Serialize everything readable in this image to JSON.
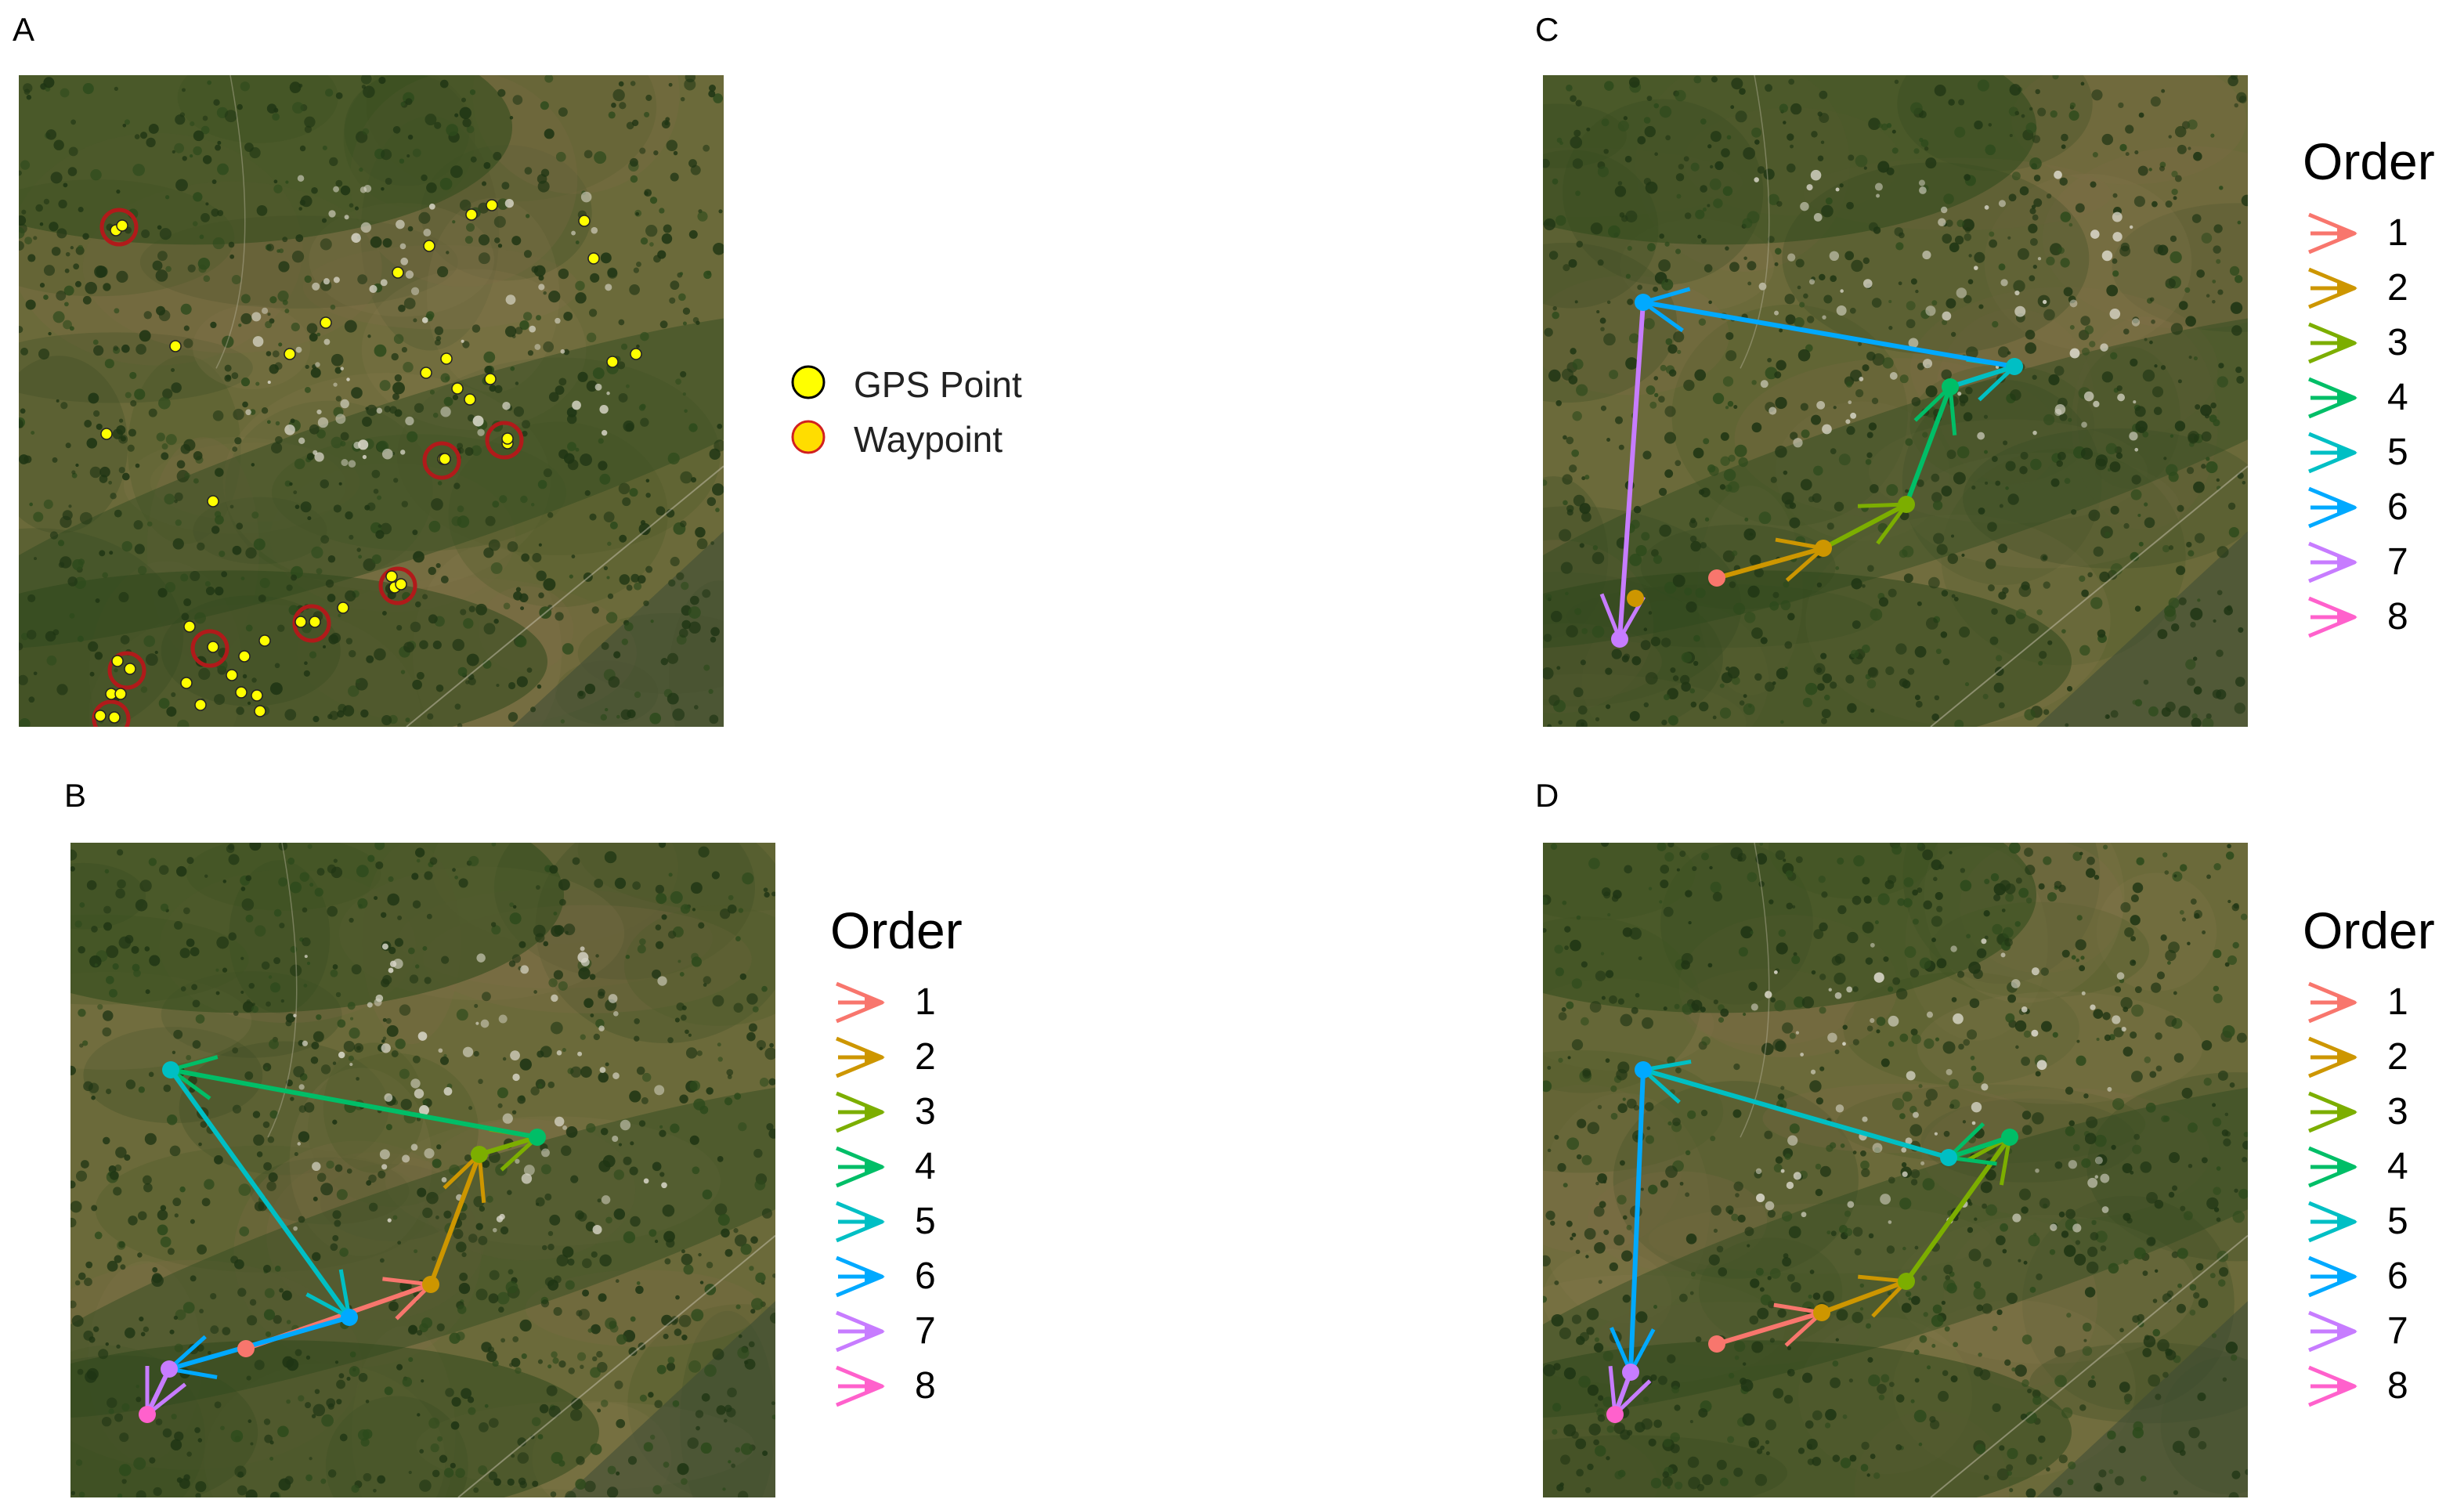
{
  "panels": {
    "a": {
      "letter": "A"
    },
    "b": {
      "letter": "B"
    },
    "c": {
      "letter": "C"
    },
    "d": {
      "letter": "D"
    }
  },
  "point_legend": {
    "gps_label": "GPS Point",
    "waypoint_label": "Waypoint",
    "gps_fill": "#ffff00",
    "waypoint_fill": "#ffdd00",
    "waypoint_ring": "#d12020"
  },
  "order_legend": {
    "title": "Order",
    "items": [
      {
        "label": "1",
        "color": "#f8766d"
      },
      {
        "label": "2",
        "color": "#cd9600"
      },
      {
        "label": "3",
        "color": "#7cae00"
      },
      {
        "label": "4",
        "color": "#00be67"
      },
      {
        "label": "5",
        "color": "#00bfc4"
      },
      {
        "label": "6",
        "color": "#00a9ff"
      },
      {
        "label": "7",
        "color": "#c77cff"
      },
      {
        "label": "8",
        "color": "#ff61cc"
      }
    ]
  }
}
